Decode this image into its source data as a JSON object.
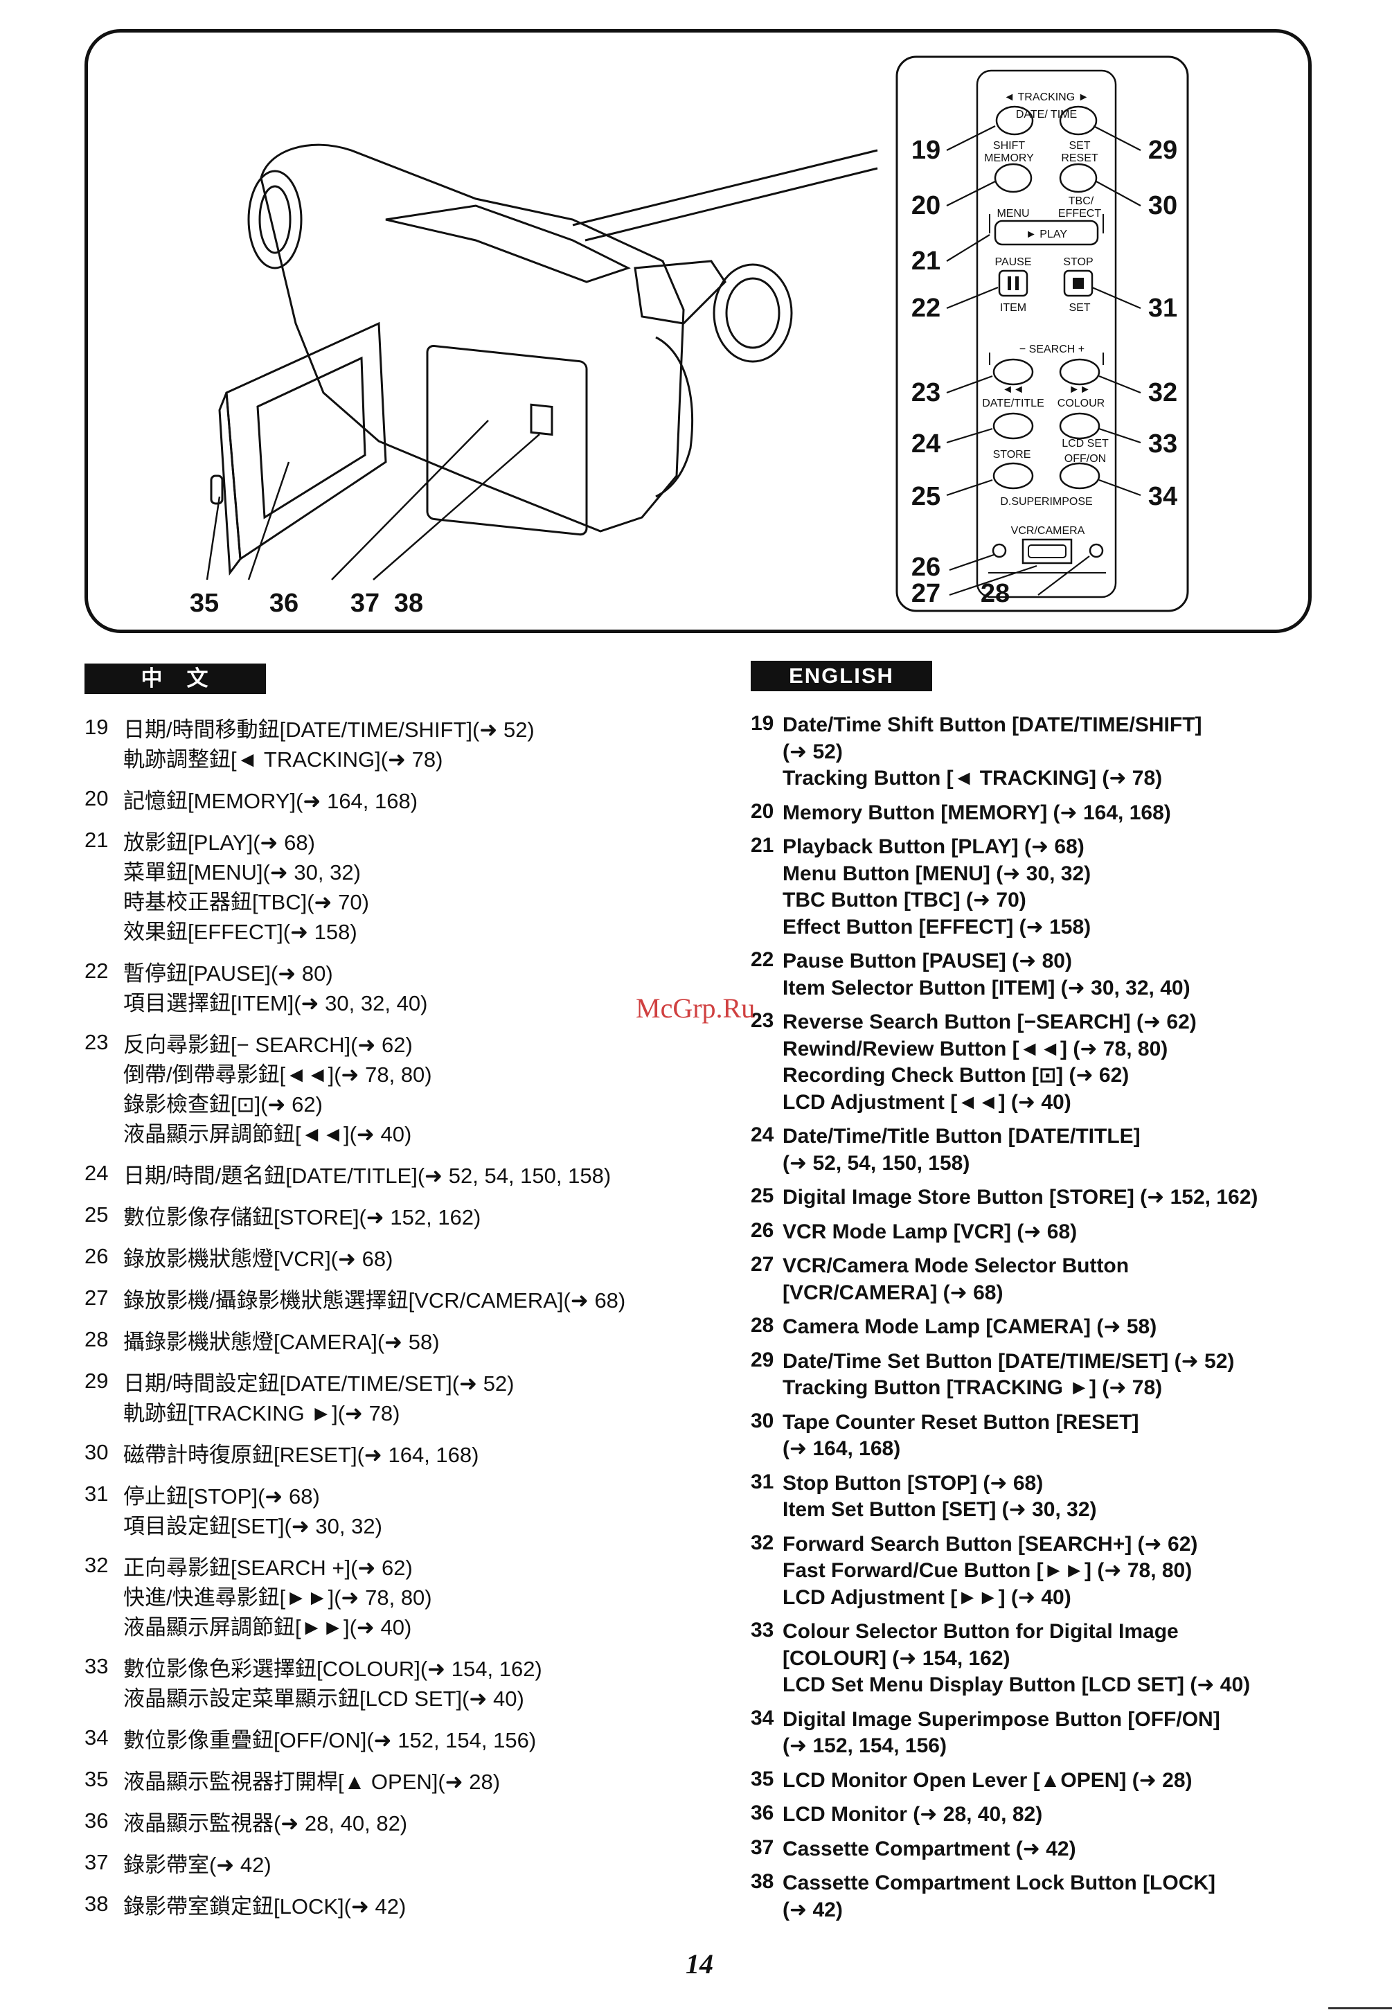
{
  "figure": {
    "panel_labels": {
      "tracking": "◄ TRACKING ►",
      "date_time": "DATE/\nTIME",
      "shift": "SHIFT",
      "set": "SET",
      "memory": "MEMORY",
      "reset": "RESET",
      "tbc": "TBC/",
      "menu": "MENU",
      "effect": "EFFECT",
      "play": "► PLAY",
      "pause": "PAUSE",
      "stop": "STOP",
      "item": "ITEM",
      "set2": "SET",
      "search": "− SEARCH +",
      "date_title": "DATE/TITLE",
      "colour": "COLOUR",
      "lcd_set": "LCD SET",
      "store": "STORE",
      "off_on": "OFF/ON",
      "d_superimpose": "D.SUPERIMPOSE",
      "vcr_camera": "VCR/CAMERA"
    },
    "callouts": [
      "19",
      "20",
      "21",
      "22",
      "23",
      "24",
      "25",
      "26",
      "27",
      "28",
      "29",
      "30",
      "31",
      "32",
      "33",
      "34",
      "35",
      "36",
      "37",
      "38"
    ]
  },
  "headers": {
    "zh": "中　文",
    "en": "ENGLISH"
  },
  "zh_entries": [
    {
      "num": "19",
      "lines": [
        "日期/時間移動鈕[DATE/TIME/SHIFT](➜ 52)",
        "軌跡調整鈕[◄ TRACKING](➜ 78)"
      ]
    },
    {
      "num": "20",
      "lines": [
        "記憶鈕[MEMORY](➜ 164, 168)"
      ]
    },
    {
      "num": "21",
      "lines": [
        "放影鈕[PLAY](➜ 68)",
        "菜單鈕[MENU](➜ 30, 32)",
        "時基校正器鈕[TBC](➜ 70)",
        "效果鈕[EFFECT](➜ 158)"
      ]
    },
    {
      "num": "22",
      "lines": [
        "暫停鈕[PAUSE](➜ 80)",
        "項目選擇鈕[ITEM](➜ 30, 32, 40)"
      ]
    },
    {
      "num": "23",
      "lines": [
        "反向尋影鈕[− SEARCH](➜ 62)",
        "倒帶/倒帶尋影鈕[◄◄](➜ 78, 80)",
        "錄影檢查鈕[⊡](➜ 62)",
        "液晶顯示屏調節鈕[◄◄](➜ 40)"
      ]
    },
    {
      "num": "24",
      "lines": [
        "日期/時間/題名鈕[DATE/TITLE](➜ 52, 54, 150, 158)"
      ]
    },
    {
      "num": "25",
      "lines": [
        "數位影像存儲鈕[STORE](➜ 152, 162)"
      ]
    },
    {
      "num": "26",
      "lines": [
        "錄放影機狀態燈[VCR](➜ 68)"
      ]
    },
    {
      "num": "27",
      "lines": [
        "錄放影機/攝錄影機狀態選擇鈕[VCR/CAMERA](➜ 68)"
      ]
    },
    {
      "num": "28",
      "lines": [
        "攝錄影機狀態燈[CAMERA](➜ 58)"
      ]
    },
    {
      "num": "29",
      "lines": [
        "日期/時間設定鈕[DATE/TIME/SET](➜ 52)",
        "軌跡鈕[TRACKING ►](➜ 78)"
      ]
    },
    {
      "num": "30",
      "lines": [
        "磁帶計時復原鈕[RESET](➜ 164, 168)"
      ]
    },
    {
      "num": "31",
      "lines": [
        "停止鈕[STOP](➜ 68)",
        "項目設定鈕[SET](➜ 30, 32)"
      ]
    },
    {
      "num": "32",
      "lines": [
        "正向尋影鈕[SEARCH +](➜ 62)",
        "快進/快進尋影鈕[►►](➜ 78, 80)",
        "液晶顯示屏調節鈕[►►](➜ 40)"
      ]
    },
    {
      "num": "33",
      "lines": [
        "數位影像色彩選擇鈕[COLOUR](➜ 154, 162)",
        "液晶顯示設定菜單顯示鈕[LCD SET](➜ 40)"
      ]
    },
    {
      "num": "34",
      "lines": [
        "數位影像重疊鈕[OFF/ON](➜ 152, 154, 156)"
      ]
    },
    {
      "num": "35",
      "lines": [
        "液晶顯示監視器打開桿[▲ OPEN](➜ 28)"
      ]
    },
    {
      "num": "36",
      "lines": [
        "液晶顯示監視器(➜ 28, 40, 82)"
      ]
    },
    {
      "num": "37",
      "lines": [
        "錄影帶室(➜ 42)"
      ]
    },
    {
      "num": "38",
      "lines": [
        "錄影帶室鎖定鈕[LOCK](➜ 42)"
      ]
    }
  ],
  "en_entries": [
    {
      "num": "19",
      "lines": [
        "Date/Time Shift Button [DATE/TIME/SHIFT]",
        "(➜ 52)",
        "Tracking Button [◄ TRACKING] (➜ 78)"
      ]
    },
    {
      "num": "20",
      "lines": [
        "Memory Button [MEMORY] (➜ 164, 168)"
      ]
    },
    {
      "num": "21",
      "lines": [
        "Playback Button [PLAY] (➜ 68)",
        "Menu Button [MENU] (➜ 30, 32)",
        "TBC Button [TBC] (➜ 70)",
        "Effect Button [EFFECT] (➜ 158)"
      ]
    },
    {
      "num": "22",
      "lines": [
        "Pause Button [PAUSE] (➜ 80)",
        "Item Selector Button [ITEM] (➜ 30, 32, 40)"
      ]
    },
    {
      "num": "23",
      "lines": [
        "Reverse Search Button [−SEARCH] (➜ 62)",
        "Rewind/Review Button [◄◄] (➜ 78, 80)",
        "Recording Check Button [⊡] (➜ 62)",
        "LCD Adjustment [◄◄] (➜ 40)"
      ]
    },
    {
      "num": "24",
      "lines": [
        "Date/Time/Title Button [DATE/TITLE]",
        "(➜ 52, 54, 150, 158)"
      ]
    },
    {
      "num": "25",
      "lines": [
        "Digital Image Store Button [STORE] (➜ 152, 162)"
      ]
    },
    {
      "num": "26",
      "lines": [
        "VCR Mode Lamp [VCR] (➜ 68)"
      ]
    },
    {
      "num": "27",
      "lines": [
        "VCR/Camera Mode Selector Button",
        "[VCR/CAMERA] (➜ 68)"
      ]
    },
    {
      "num": "28",
      "lines": [
        "Camera Mode Lamp [CAMERA] (➜ 58)"
      ]
    },
    {
      "num": "29",
      "lines": [
        "Date/Time Set Button [DATE/TIME/SET] (➜ 52)",
        "Tracking Button [TRACKING ►] (➜ 78)"
      ]
    },
    {
      "num": "30",
      "lines": [
        "Tape Counter Reset Button [RESET]",
        "(➜ 164, 168)"
      ]
    },
    {
      "num": "31",
      "lines": [
        "Stop Button [STOP] (➜ 68)",
        "Item Set Button [SET] (➜ 30, 32)"
      ]
    },
    {
      "num": "32",
      "lines": [
        "Forward Search Button [SEARCH+] (➜ 62)",
        "Fast Forward/Cue Button [►►] (➜ 78, 80)",
        "LCD Adjustment [►►] (➜ 40)"
      ]
    },
    {
      "num": "33",
      "lines": [
        "Colour Selector Button for Digital Image",
        "[COLOUR] (➜ 154, 162)",
        "LCD Set Menu Display Button [LCD SET] (➜ 40)"
      ]
    },
    {
      "num": "34",
      "lines": [
        "Digital Image Superimpose Button [OFF/ON]",
        "(➜ 152, 154, 156)"
      ]
    },
    {
      "num": "35",
      "lines": [
        "LCD Monitor Open Lever [▲OPEN] (➜ 28)"
      ]
    },
    {
      "num": "36",
      "lines": [
        "LCD Monitor (➜ 28, 40, 82)"
      ]
    },
    {
      "num": "37",
      "lines": [
        "Cassette Compartment (➜ 42)"
      ]
    },
    {
      "num": "38",
      "lines": [
        "Cassette Compartment Lock Button [LOCK]",
        "(➜ 42)"
      ]
    }
  ],
  "watermark": "McGrp.Ru",
  "page_number": "14"
}
